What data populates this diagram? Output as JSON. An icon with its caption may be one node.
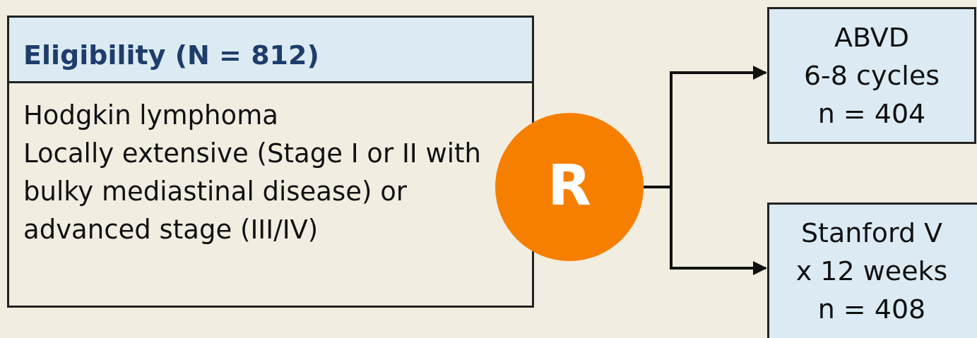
{
  "diagram": {
    "nodes": [
      {
        "text": [
          "Eligibility (N = 812)",
          "Hodgkin lymphoma",
          "Locally extensive (Stage I or II with bulky mediastinal disease) or advanced stage (III/IV)"
        ]
      },
      {
        "text": [
          "R"
        ]
      },
      {
        "text": [
          "ABVD",
          "6-8 cycles",
          "n = 404"
        ]
      },
      {
        "text": [
          "Stanford V",
          "x 12 weeks",
          "n = 408"
        ]
      }
    ],
    "edges": [
      {
        "from": 1,
        "to": 2,
        "arrow": "to"
      },
      {
        "from": 1,
        "to": 3,
        "arrow": "to"
      }
    ]
  }
}
